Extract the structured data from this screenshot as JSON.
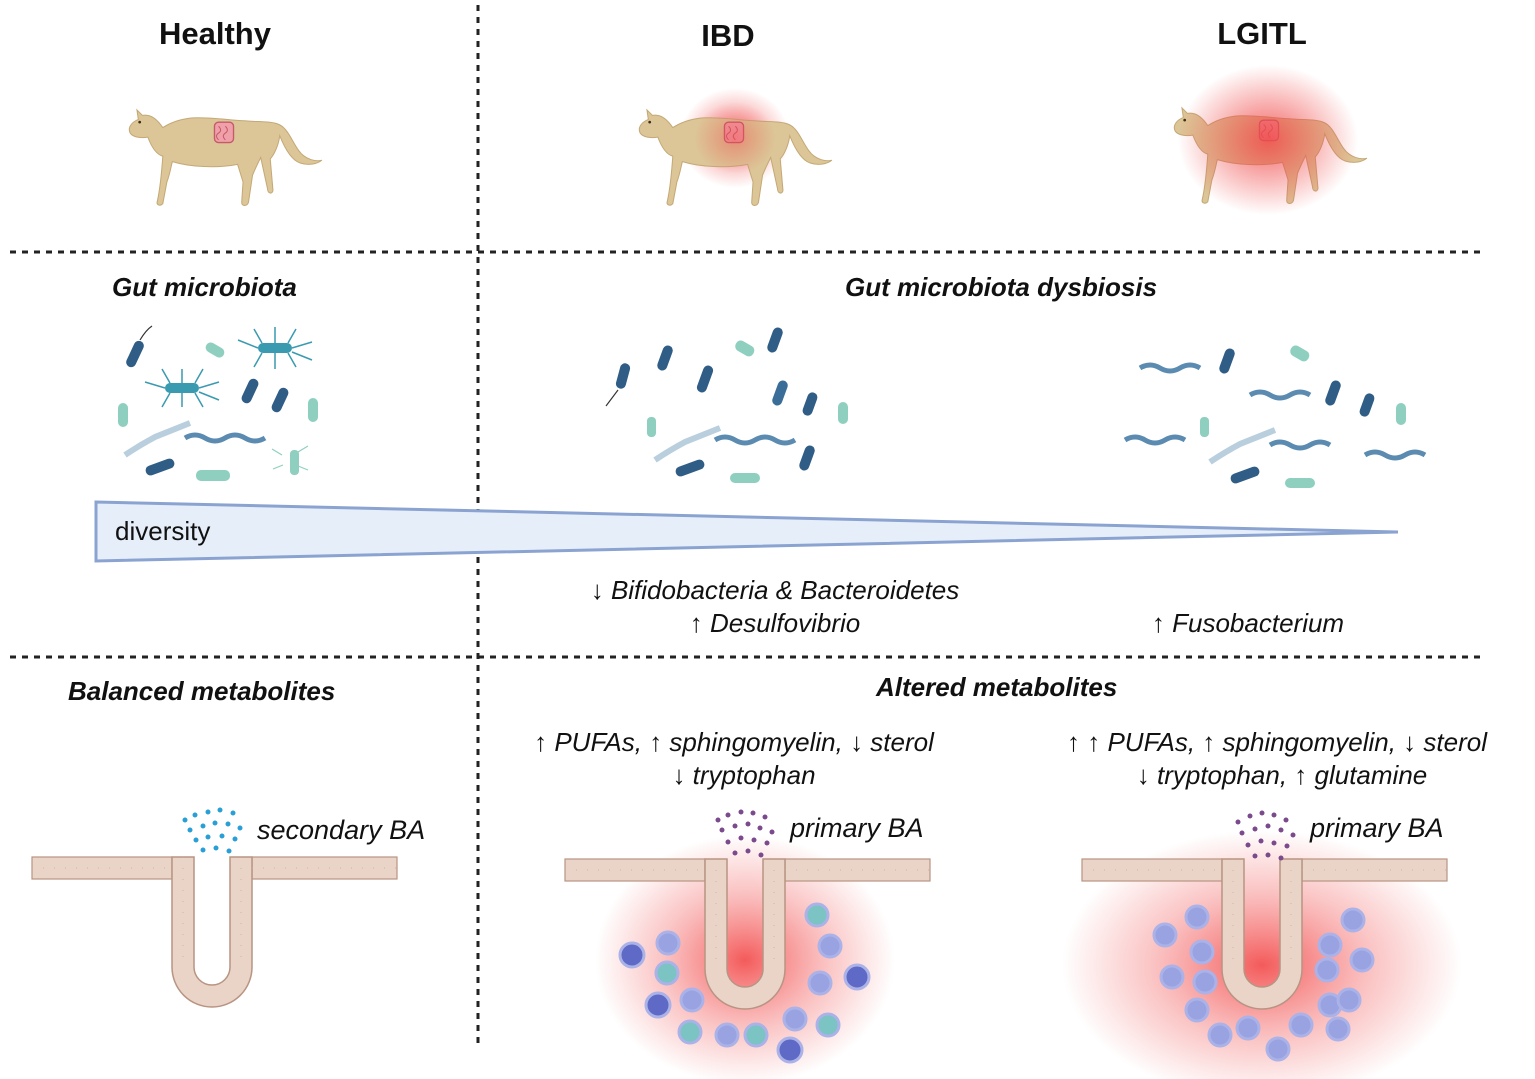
{
  "columns": {
    "healthy": "Healthy",
    "ibd": "IBD",
    "lgitl": "LGITL"
  },
  "microbiota": {
    "healthy_title": "Gut microbiota",
    "disease_title": "Gut microbiota dysbiosis",
    "diversity_label": "diversity",
    "ibd_line1": "↓ Bifidobacteria & Bacteroidetes",
    "ibd_line2": "↑ Desulfovibrio",
    "lgitl_line1": "↑ Fusobacterium"
  },
  "metabolites": {
    "healthy_title": "Balanced metabolites",
    "disease_title": "Altered metabolites",
    "ibd_line1": "↑ PUFAs, ↑ sphingomyelin, ↓ sterol",
    "ibd_line2": "↓ tryptophan",
    "lgitl_line1": "↑ ↑ PUFAs, ↑ sphingomyelin, ↓ sterol",
    "lgitl_line2": "↓ tryptophan, ↑ glutamine",
    "healthy_ba": "secondary BA",
    "ibd_ba": "primary BA",
    "lgitl_ba": "primary BA"
  },
  "colors": {
    "cat_fur": "#dcc596",
    "inflammation": "#f04a4a",
    "bacteria_dark": "#2f5d86",
    "bacteria_teal": "#8fcfc0",
    "immune_cell": "#8a93de",
    "diversity_fill": "#e6eefa",
    "diversity_stroke": "#8ba3d0"
  }
}
